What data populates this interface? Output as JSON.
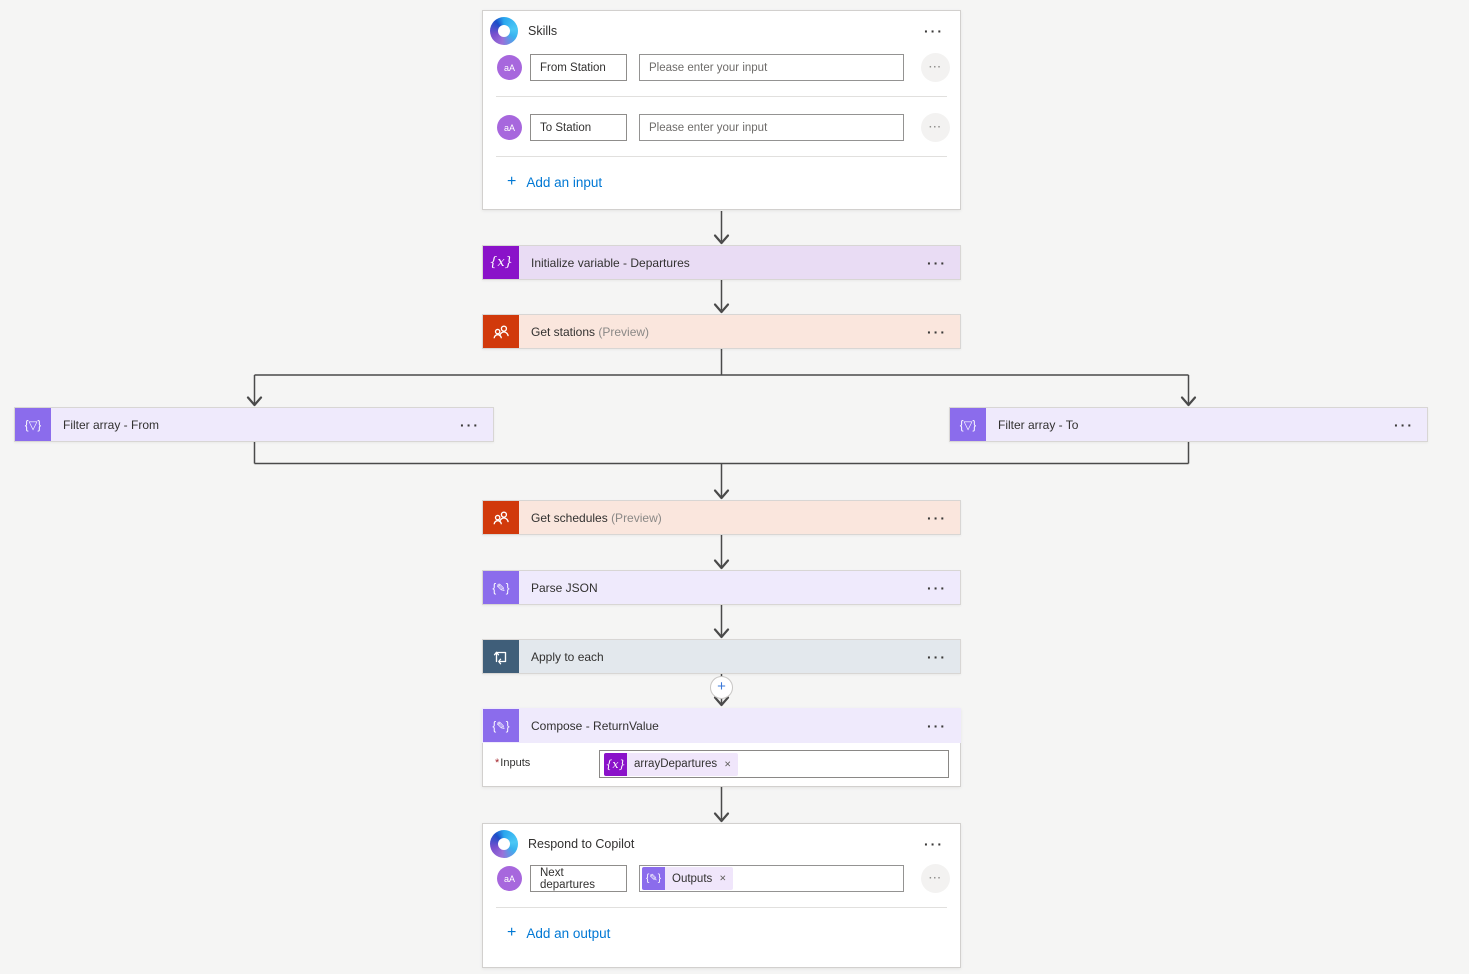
{
  "icons": {
    "ellipsis": "···",
    "variable_glyph": "{x}",
    "filter_glyph": "{▽}",
    "dataops_glyph": "{✎}",
    "text_input_glyph": "aA",
    "plus": "+",
    "remove": "✕"
  },
  "colors": {
    "accent_blue": "#0078d4",
    "variable_purple": "#8a12c9",
    "dataops_purple": "#8b6cec",
    "connector_red": "#d1390b",
    "foreach_slate": "#3f5e79"
  },
  "skills": {
    "title": "Skills",
    "rows": [
      {
        "label": "From Station",
        "placeholder": "Please enter your input"
      },
      {
        "label": "To Station",
        "placeholder": "Please enter your input"
      }
    ],
    "add_input": "Add an input"
  },
  "actions": {
    "initialize_variable": {
      "title": "Initialize variable - Departures"
    },
    "get_stations": {
      "title": "Get stations",
      "suffix": "(Preview)"
    },
    "filter_from": {
      "title": "Filter array - From"
    },
    "filter_to": {
      "title": "Filter array - To"
    },
    "get_schedules": {
      "title": "Get schedules",
      "suffix": "(Preview)"
    },
    "parse_json": {
      "title": "Parse JSON"
    },
    "apply_to_each": {
      "title": "Apply to each"
    }
  },
  "compose": {
    "title": "Compose - ReturnValue",
    "required_marker": "*",
    "inputs_label": "Inputs",
    "token": "arrayDepartures"
  },
  "respond": {
    "title": "Respond to Copilot",
    "label": "Next departures",
    "token": "Outputs",
    "add_output": "Add an output"
  }
}
